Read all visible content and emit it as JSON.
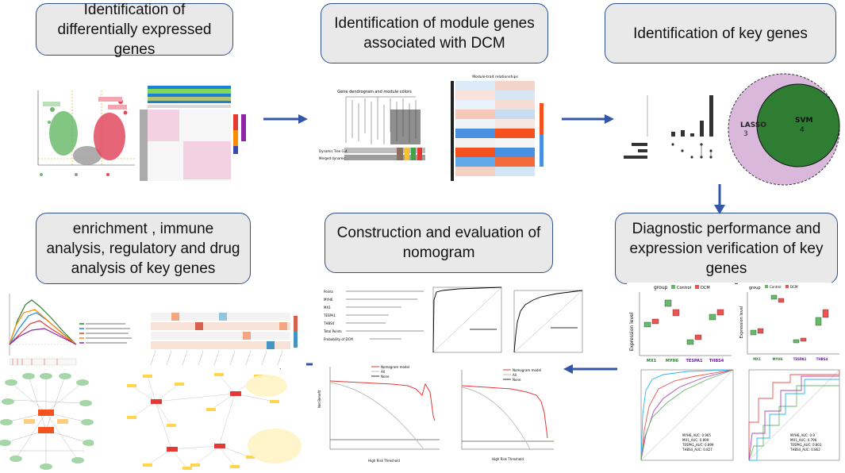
{
  "steps": {
    "s1": "Identification of differentially expressed genes",
    "s2": "Identification of module genes associated with DCM",
    "s3": "Identification of key genes",
    "s4": "enrichment , immune analysis, regulatory and drug analysis of key genes",
    "s5": "Construction and evaluation of nomogram",
    "s6": "Diagnostic performance and expression verification of key genes"
  },
  "venn": {
    "outer_label": "LASSO",
    "outer_count": "3",
    "inner_label": "SVM",
    "inner_count": "4"
  },
  "dendro": {
    "title": "Gene dendrogram and module colors",
    "row1": "Dynamic Tree Cut",
    "row2": "Merged dynamic"
  },
  "heatmap_title": "Module-trait relationships",
  "boxplot": {
    "legend_title": "group",
    "legend_items": [
      "Control",
      "DCM"
    ],
    "ylabel": "Expression level",
    "genes": [
      "MX1",
      "MYH6",
      "TESPA1",
      "THBS4"
    ]
  },
  "nomogram": {
    "rows": [
      "Points",
      "MYH6",
      "MX1",
      "TESPA1",
      "THBS4",
      "Total Points",
      "Probability of DCM"
    ]
  },
  "dca": {
    "legend": [
      "Nomogram model",
      "All",
      "None"
    ],
    "xlabel": "High Risk Threshold",
    "ylabel": "Net Benefit"
  },
  "roc_legend_a": [
    "MYH6_AUC: 0.965",
    "MX1_AUC: 0.899",
    "TESPA1_AUC: 0.899",
    "THBS4_AUC: 0.827"
  ],
  "roc_legend_b": [
    "MYH6_AUC: 0.9",
    "MX1_AUC: 0.796",
    "TESPA1_AUC: 0.801",
    "THBS4_AUC: 0.862"
  ],
  "colors": {
    "box_border": "#2f4f8f",
    "box_fill": "#e9e9e9",
    "arrow": "#3355aa",
    "venn_outer": "#d9b8db",
    "venn_inner": "#2e7d32"
  }
}
